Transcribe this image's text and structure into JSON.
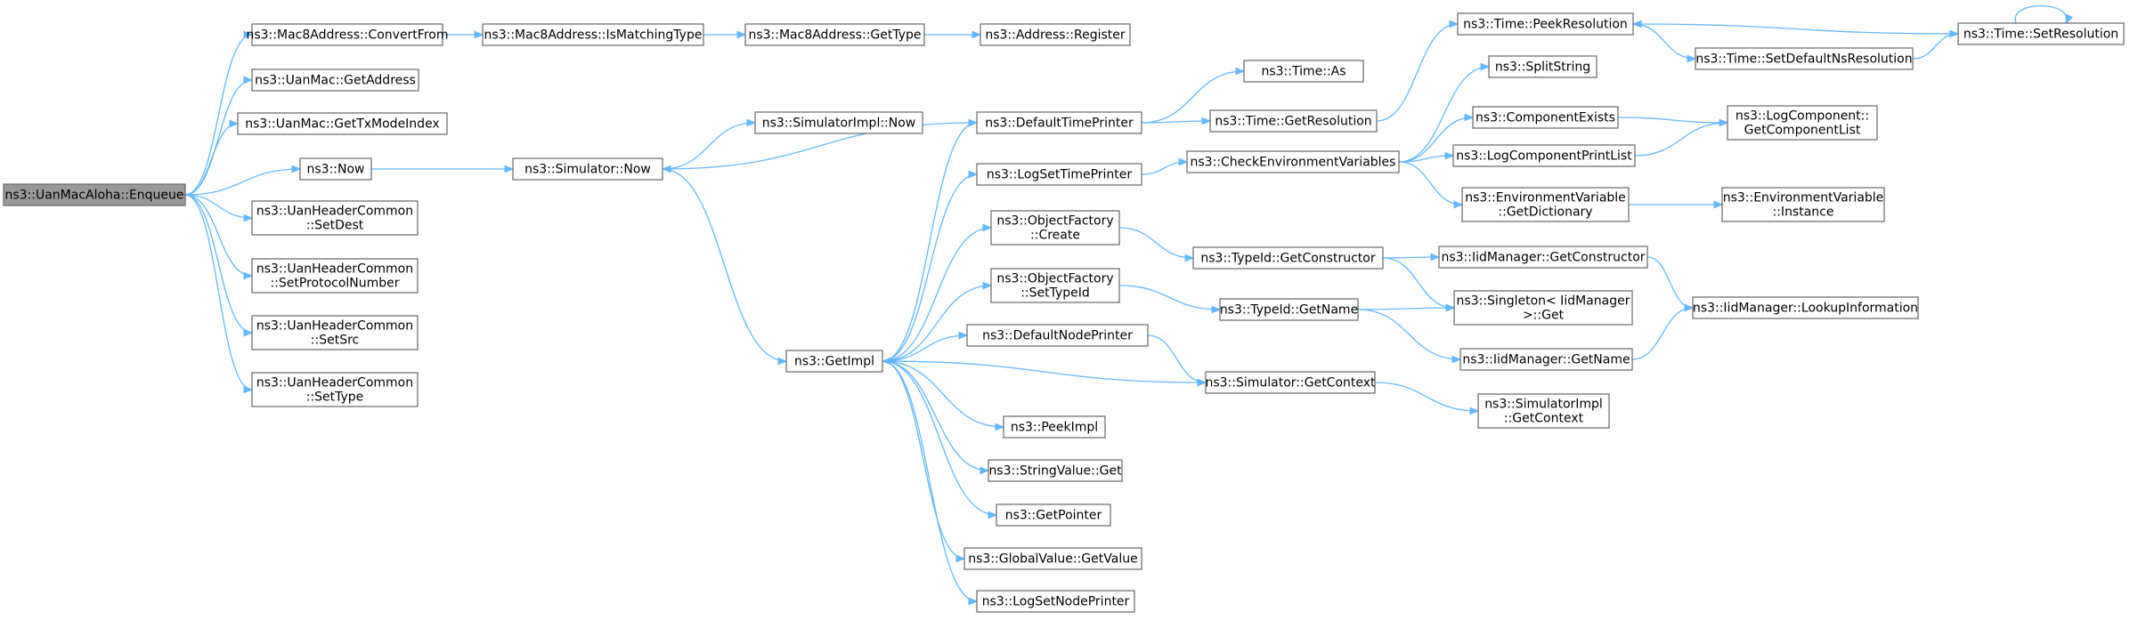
{
  "diagram": {
    "nodes": [
      {
        "id": "enqueue",
        "lines": [
          "ns3::UanMacAloha::Enqueue"
        ],
        "root": true
      },
      {
        "id": "convfrom",
        "lines": [
          "ns3::Mac8Address::ConvertFrom"
        ]
      },
      {
        "id": "ismatch",
        "lines": [
          "ns3::Mac8Address::IsMatchingType"
        ]
      },
      {
        "id": "m8gettype",
        "lines": [
          "ns3::Mac8Address::GetType"
        ]
      },
      {
        "id": "addrreg",
        "lines": [
          "ns3::Address::Register"
        ]
      },
      {
        "id": "getaddr",
        "lines": [
          "ns3::UanMac::GetAddress"
        ]
      },
      {
        "id": "gettxmode",
        "lines": [
          "ns3::UanMac::GetTxModeIndex"
        ]
      },
      {
        "id": "now",
        "lines": [
          "ns3::Now"
        ]
      },
      {
        "id": "setdest",
        "lines": [
          "ns3::UanHeaderCommon",
          "::SetDest"
        ]
      },
      {
        "id": "setproto",
        "lines": [
          "ns3::UanHeaderCommon",
          "::SetProtocolNumber"
        ]
      },
      {
        "id": "setsrc",
        "lines": [
          "ns3::UanHeaderCommon",
          "::SetSrc"
        ]
      },
      {
        "id": "settype",
        "lines": [
          "ns3::UanHeaderCommon",
          "::SetType"
        ]
      },
      {
        "id": "simnow",
        "lines": [
          "ns3::Simulator::Now"
        ]
      },
      {
        "id": "simimplnow",
        "lines": [
          "ns3::SimulatorImpl::Now"
        ]
      },
      {
        "id": "getimpl",
        "lines": [
          "ns3::GetImpl"
        ]
      },
      {
        "id": "deftimeprinter",
        "lines": [
          "ns3::DefaultTimePrinter"
        ]
      },
      {
        "id": "logsettime",
        "lines": [
          "ns3::LogSetTimePrinter"
        ]
      },
      {
        "id": "ofcreate",
        "lines": [
          "ns3::ObjectFactory",
          "::Create"
        ]
      },
      {
        "id": "ofsettypeid",
        "lines": [
          "ns3::ObjectFactory",
          "::SetTypeId"
        ]
      },
      {
        "id": "defnodeprinter",
        "lines": [
          "ns3::DefaultNodePrinter"
        ]
      },
      {
        "id": "peekimpl",
        "lines": [
          "ns3::PeekImpl"
        ]
      },
      {
        "id": "strvalget",
        "lines": [
          "ns3::StringValue::Get"
        ]
      },
      {
        "id": "getpointer",
        "lines": [
          "ns3::GetPointer"
        ]
      },
      {
        "id": "gvgetvalue",
        "lines": [
          "ns3::GlobalValue::GetValue"
        ]
      },
      {
        "id": "logsetnode",
        "lines": [
          "ns3::LogSetNodePrinter"
        ]
      },
      {
        "id": "timeas",
        "lines": [
          "ns3::Time::As"
        ]
      },
      {
        "id": "timegetres",
        "lines": [
          "ns3::Time::GetResolution"
        ]
      },
      {
        "id": "checkenv",
        "lines": [
          "ns3::CheckEnvironmentVariables"
        ]
      },
      {
        "id": "tidgetctor",
        "lines": [
          "ns3::TypeId::GetConstructor"
        ]
      },
      {
        "id": "tidgetname",
        "lines": [
          "ns3::TypeId::GetName"
        ]
      },
      {
        "id": "simgetctx",
        "lines": [
          "ns3::Simulator::GetContext"
        ]
      },
      {
        "id": "timepeekres",
        "lines": [
          "ns3::Time::PeekResolution"
        ]
      },
      {
        "id": "splitstring",
        "lines": [
          "ns3::SplitString"
        ]
      },
      {
        "id": "compexists",
        "lines": [
          "ns3::ComponentExists"
        ]
      },
      {
        "id": "logcompprint",
        "lines": [
          "ns3::LogComponentPrintList"
        ]
      },
      {
        "id": "envgetdict",
        "lines": [
          "ns3::EnvironmentVariable",
          "::GetDictionary"
        ]
      },
      {
        "id": "iidgetctor",
        "lines": [
          "ns3::IidManager::GetConstructor"
        ]
      },
      {
        "id": "singletonget",
        "lines": [
          "ns3::Singleton< IidManager",
          ">::Get"
        ]
      },
      {
        "id": "iidgetname",
        "lines": [
          "ns3::IidManager::GetName"
        ]
      },
      {
        "id": "simimplgetctx",
        "lines": [
          "ns3::SimulatorImpl",
          "::GetContext"
        ]
      },
      {
        "id": "timesetdefns",
        "lines": [
          "ns3::Time::SetDefaultNsResolution"
        ]
      },
      {
        "id": "logcompgetlist",
        "lines": [
          "ns3::LogComponent::",
          "GetComponentList"
        ]
      },
      {
        "id": "envinstance",
        "lines": [
          "ns3::EnvironmentVariable",
          "::Instance"
        ]
      },
      {
        "id": "iidlookup",
        "lines": [
          "ns3::IidManager::LookupInformation"
        ]
      },
      {
        "id": "timesetres",
        "lines": [
          "ns3::Time::SetResolution"
        ]
      }
    ],
    "edges": [
      [
        "enqueue",
        "convfrom"
      ],
      [
        "enqueue",
        "getaddr"
      ],
      [
        "enqueue",
        "gettxmode"
      ],
      [
        "enqueue",
        "now"
      ],
      [
        "enqueue",
        "setdest"
      ],
      [
        "enqueue",
        "setproto"
      ],
      [
        "enqueue",
        "setsrc"
      ],
      [
        "enqueue",
        "settype"
      ],
      [
        "convfrom",
        "ismatch"
      ],
      [
        "ismatch",
        "m8gettype"
      ],
      [
        "m8gettype",
        "addrreg"
      ],
      [
        "now",
        "simnow"
      ],
      [
        "simnow",
        "simimplnow"
      ],
      [
        "simnow",
        "getimpl"
      ],
      [
        "getimpl",
        "deftimeprinter"
      ],
      [
        "getimpl",
        "logsettime"
      ],
      [
        "getimpl",
        "ofcreate"
      ],
      [
        "getimpl",
        "ofsettypeid"
      ],
      [
        "getimpl",
        "defnodeprinter"
      ],
      [
        "getimpl",
        "peekimpl"
      ],
      [
        "getimpl",
        "strvalget"
      ],
      [
        "getimpl",
        "getpointer"
      ],
      [
        "getimpl",
        "gvgetvalue"
      ],
      [
        "getimpl",
        "logsetnode"
      ],
      [
        "deftimeprinter",
        "simnow"
      ],
      [
        "deftimeprinter",
        "timeas"
      ],
      [
        "deftimeprinter",
        "timegetres"
      ],
      [
        "timegetres",
        "timepeekres"
      ],
      [
        "timesetres",
        "timepeekres"
      ],
      [
        "timepeekres",
        "timesetdefns"
      ],
      [
        "timesetdefns",
        "timesetres"
      ],
      [
        "timesetres",
        "timesetres"
      ],
      [
        "logsettime",
        "checkenv"
      ],
      [
        "checkenv",
        "splitstring"
      ],
      [
        "checkenv",
        "compexists"
      ],
      [
        "checkenv",
        "logcompprint"
      ],
      [
        "checkenv",
        "envgetdict"
      ],
      [
        "compexists",
        "logcompgetlist"
      ],
      [
        "logcompprint",
        "logcompgetlist"
      ],
      [
        "envgetdict",
        "envinstance"
      ],
      [
        "ofcreate",
        "tidgetctor"
      ],
      [
        "tidgetctor",
        "iidgetctor"
      ],
      [
        "tidgetctor",
        "singletonget"
      ],
      [
        "iidgetctor",
        "iidlookup"
      ],
      [
        "ofsettypeid",
        "tidgetname"
      ],
      [
        "tidgetname",
        "singletonget"
      ],
      [
        "tidgetname",
        "iidgetname"
      ],
      [
        "iidgetname",
        "iidlookup"
      ],
      [
        "defnodeprinter",
        "simgetctx"
      ],
      [
        "simgetctx",
        "getimpl"
      ],
      [
        "simgetctx",
        "simimplgetctx"
      ]
    ]
  }
}
